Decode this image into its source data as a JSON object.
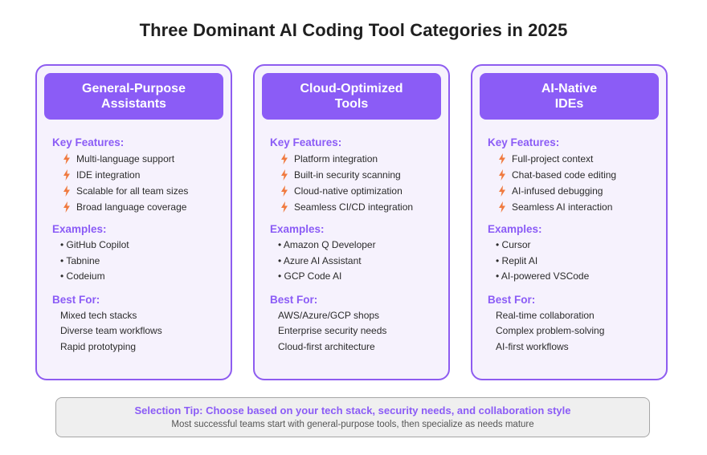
{
  "title": "Three Dominant AI Coding Tool Categories in 2025",
  "accent_color": "#8b5cf6",
  "bullet_icon": "lightning-bolt-icon",
  "section_labels": {
    "features": "Key Features:",
    "examples": "Examples:",
    "best_for": "Best For:"
  },
  "cards": [
    {
      "title_line1": "General-Purpose",
      "title_line2": "Assistants",
      "features": [
        "Multi-language support",
        "IDE integration",
        "Scalable for all team sizes",
        "Broad language coverage"
      ],
      "examples": [
        "• GitHub Copilot",
        "• Tabnine",
        "• Codeium"
      ],
      "best_for": [
        "Mixed tech stacks",
        "Diverse team workflows",
        "Rapid prototyping"
      ]
    },
    {
      "title_line1": "Cloud-Optimized",
      "title_line2": "Tools",
      "features": [
        "Platform integration",
        "Built-in security scanning",
        "Cloud-native optimization",
        "Seamless CI/CD integration"
      ],
      "examples": [
        "• Amazon Q Developer",
        "• Azure AI Assistant",
        "• GCP Code AI"
      ],
      "best_for": [
        "AWS/Azure/GCP shops",
        "Enterprise security needs",
        "Cloud-first architecture"
      ]
    },
    {
      "title_line1": "AI-Native",
      "title_line2": "IDEs",
      "features": [
        "Full-project context",
        "Chat-based code editing",
        "AI-infused debugging",
        "Seamless AI interaction"
      ],
      "examples": [
        "• Cursor",
        "• Replit AI",
        "• AI-powered VSCode"
      ],
      "best_for": [
        "Real-time collaboration",
        "Complex problem-solving",
        "AI-first workflows"
      ]
    }
  ],
  "tip": {
    "title": "Selection Tip: Choose based on your tech stack, security needs, and collaboration style",
    "subtitle": "Most successful teams start with general-purpose tools, then specialize as needs mature"
  }
}
